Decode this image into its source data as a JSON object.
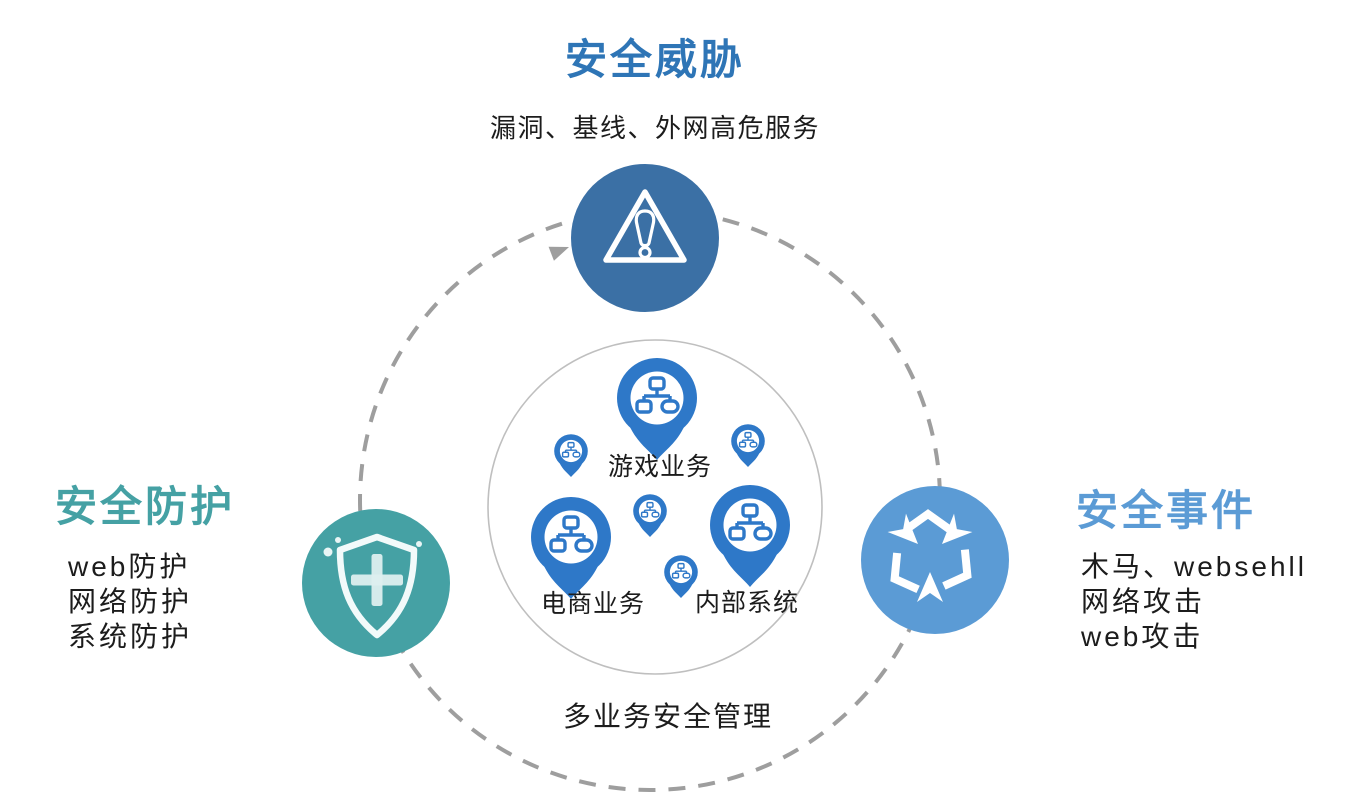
{
  "top": {
    "title": "安全威胁",
    "subtitle": "漏洞、基线、外网高危服务"
  },
  "left": {
    "title": "安全防护",
    "items": [
      "web防护",
      "网络防护",
      "系统防护"
    ]
  },
  "right": {
    "title": "安全事件",
    "items": [
      "木马、websehll",
      "网络攻击",
      "web攻击"
    ]
  },
  "center": {
    "pin_labels": [
      "游戏业务",
      "电商业务",
      "内部系统"
    ],
    "caption": "多业务安全管理"
  },
  "icons": {
    "threat": "warning-triangle-icon",
    "protect": "shield-plus-icon",
    "event": "converge-arrows-icon",
    "business": "org-chart-pin-icon"
  },
  "colors": {
    "threat_title": "#2E75B6",
    "threat_circle": "#3B70A5",
    "protect_teal": "#45A1A4",
    "event_blue": "#5B9BD5",
    "pin_blue": "#2E78C8",
    "dash_gray": "#9E9E9E",
    "inner_ring_gray": "#BFBFBF",
    "text_dark": "#1C1C1C"
  }
}
